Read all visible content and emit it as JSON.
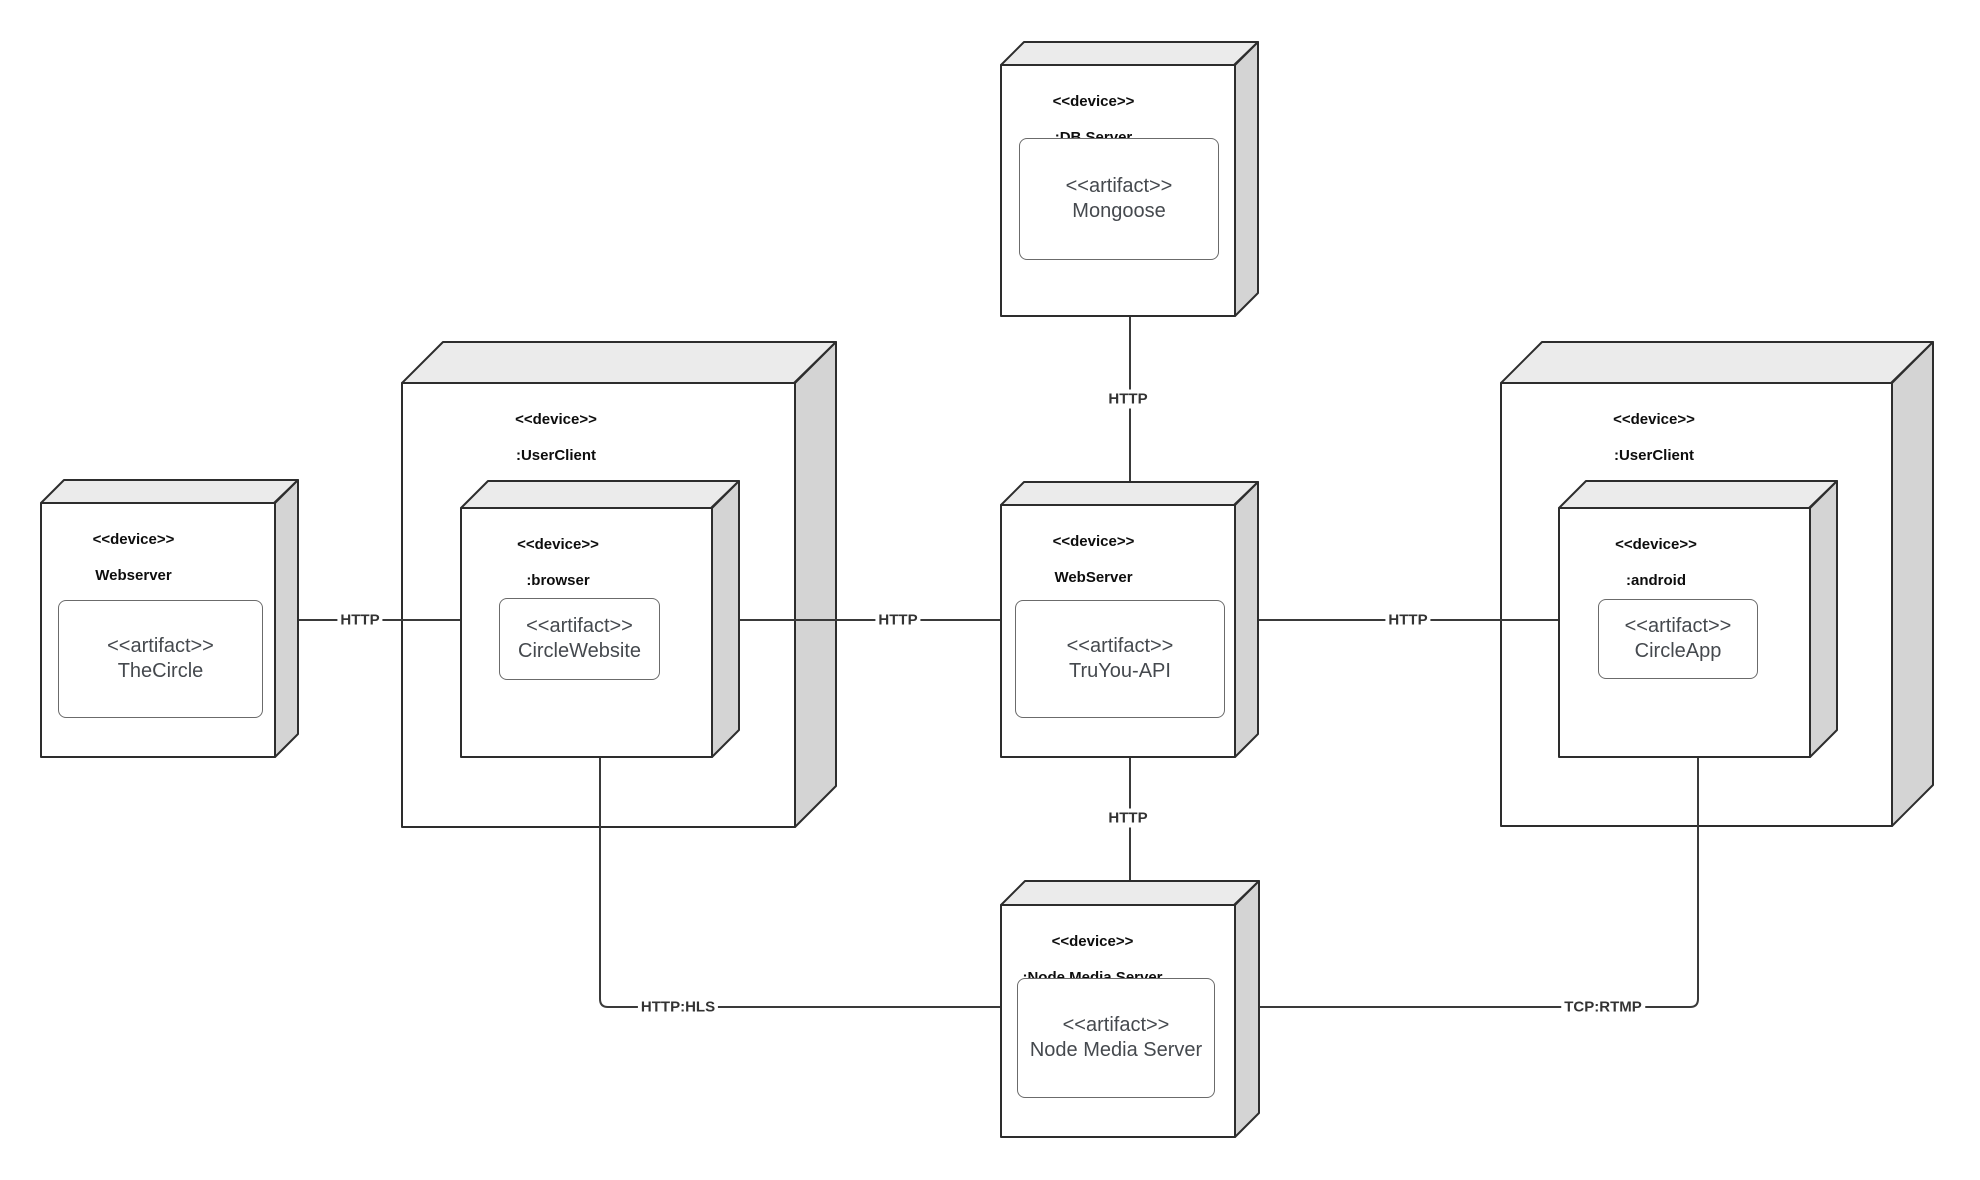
{
  "diagram": {
    "kind": "uml-deployment-diagram",
    "background": "#ffffff",
    "colors": {
      "node_front_face": "#ffffff",
      "node_top_face": "#ebebeb",
      "node_side_face": "#d4d4d4",
      "node_border": "#2d2d2d",
      "artifact_border": "#6b6b6b",
      "artifact_text": "#45494e",
      "device_text": "#0d0d0d",
      "edge_line": "#3a3a3a",
      "edge_label_text": "#333333"
    },
    "nodes": [
      {
        "id": "db-server",
        "stereotype": "<<device>>",
        "name": ":DB Server",
        "artifact": {
          "stereotype": "<<artifact>>",
          "name": "Mongoose"
        }
      },
      {
        "id": "webserver-left",
        "stereotype": "<<device>>",
        "name": "Webserver",
        "artifact": {
          "stereotype": "<<artifact>>",
          "name": "TheCircle"
        }
      },
      {
        "id": "userclient-left",
        "stereotype": "<<device>>",
        "name": ":UserClient",
        "contains": "browser"
      },
      {
        "id": "browser",
        "stereotype": "<<device>>",
        "name": ":browser",
        "artifact": {
          "stereotype": "<<artifact>>",
          "name": "CircleWebsite"
        }
      },
      {
        "id": "webserver-center",
        "stereotype": "<<device>>",
        "name": "WebServer",
        "artifact": {
          "stereotype": "<<artifact>>",
          "name": "TruYou-API"
        }
      },
      {
        "id": "userclient-right",
        "stereotype": "<<device>>",
        "name": ":UserClient",
        "contains": "android"
      },
      {
        "id": "android",
        "stereotype": "<<device>>",
        "name": ":android",
        "artifact": {
          "stereotype": "<<artifact>>",
          "name": "CircleApp"
        }
      },
      {
        "id": "node-media-server",
        "stereotype": "<<device>>",
        "name": ":Node Media Server",
        "artifact": {
          "stereotype": "<<artifact>>",
          "name": "Node Media Server"
        }
      }
    ],
    "edges": [
      {
        "id": "webserver-to-browser",
        "from": "webserver-left",
        "to": "browser",
        "label": "HTTP"
      },
      {
        "id": "browser-to-webserver",
        "from": "browser",
        "to": "webserver-center",
        "label": "HTTP"
      },
      {
        "id": "webserver-to-android",
        "from": "webserver-center",
        "to": "android",
        "label": "HTTP"
      },
      {
        "id": "dbserver-to-webserver",
        "from": "db-server",
        "to": "webserver-center",
        "label": "HTTP"
      },
      {
        "id": "webserver-to-nms",
        "from": "webserver-center",
        "to": "node-media-server",
        "label": "HTTP"
      },
      {
        "id": "browser-to-nms",
        "from": "browser",
        "to": "node-media-server",
        "label": "HTTP:HLS"
      },
      {
        "id": "android-to-nms",
        "from": "android",
        "to": "node-media-server",
        "label": "TCP:RTMP"
      }
    ]
  }
}
